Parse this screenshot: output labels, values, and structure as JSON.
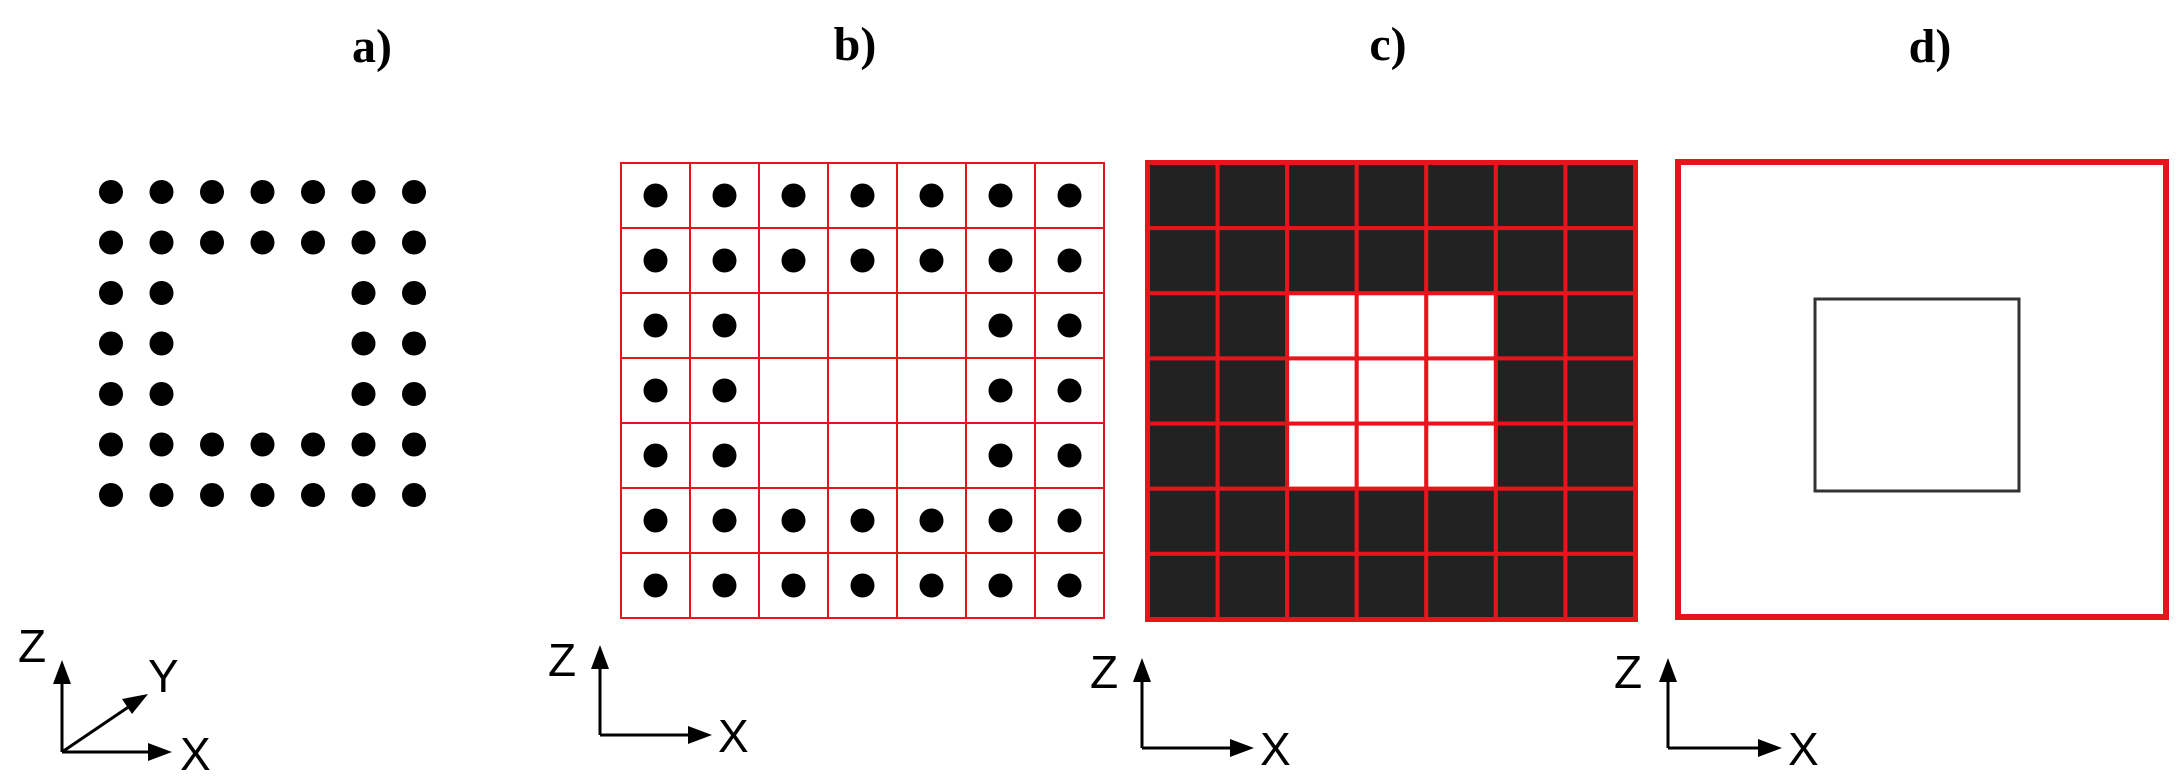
{
  "panels": [
    {
      "id": "a",
      "label": "a)",
      "kind": "point-cloud",
      "axes": {
        "z": "Z",
        "y": "Y",
        "x": "X"
      }
    },
    {
      "id": "b",
      "label": "b)",
      "kind": "grid-with-points",
      "axes": {
        "z": "Z",
        "x": "X"
      }
    },
    {
      "id": "c",
      "label": "c)",
      "kind": "filled-voxels",
      "axes": {
        "z": "Z",
        "x": "X"
      }
    },
    {
      "id": "d",
      "label": "d)",
      "kind": "boundary-outline",
      "axes": {
        "z": "Z",
        "x": "X"
      }
    }
  ],
  "occupancy": [
    [
      1,
      1,
      1,
      1,
      1,
      1,
      1
    ],
    [
      1,
      1,
      1,
      1,
      1,
      1,
      1
    ],
    [
      1,
      1,
      0,
      0,
      0,
      1,
      1
    ],
    [
      1,
      1,
      0,
      0,
      0,
      1,
      1
    ],
    [
      1,
      1,
      0,
      0,
      0,
      1,
      1
    ],
    [
      1,
      1,
      1,
      1,
      1,
      1,
      1
    ],
    [
      1,
      1,
      1,
      1,
      1,
      1,
      1
    ]
  ],
  "colors": {
    "point": "#000000",
    "grid": "#e8141c",
    "voxel_fill": "#222222",
    "outline": "#333333",
    "axis": "#000000"
  }
}
